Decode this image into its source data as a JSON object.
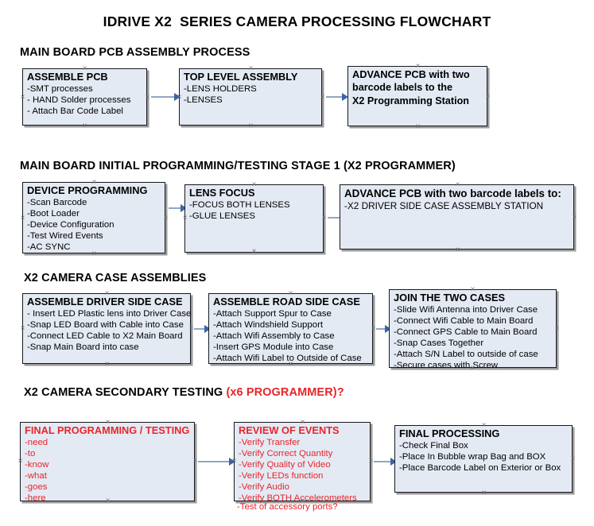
{
  "document": {
    "title": "IDRIVE X2  SERIES CAMERA PROCESSING FLOWCHART"
  },
  "sections": [
    {
      "id": "main-board-pcb-assembly",
      "heading": "MAIN BOARD PCB ASSEMBLY PROCESS",
      "heading_red": "",
      "nodes": [
        {
          "id": "assemble-pcb",
          "title": "ASSEMBLE PCB",
          "lines": [
            "-SMT processes",
            "- HAND Solder processes",
            "- Attach Bar Code Label"
          ]
        },
        {
          "id": "top-level-assembly",
          "title": "TOP LEVEL ASSEMBLY",
          "lines": [
            "-LENS HOLDERS",
            "-LENSES"
          ]
        },
        {
          "id": "advance-pcb-to-x2-programming-station",
          "title": "ADVANCE PCB with two",
          "lines": [
            "barcode labels to the",
            " X2 Programming Station"
          ]
        }
      ]
    },
    {
      "id": "main-board-initial-programming",
      "heading": "MAIN BOARD INITIAL PROGRAMMING/TESTING STAGE 1 (X2 PROGRAMMER)",
      "heading_red": "",
      "nodes": [
        {
          "id": "device-programming",
          "title": "DEVICE PROGRAMMING",
          "lines": [
            "-Scan Barcode",
            "-Boot Loader",
            "-Device Configuration",
            "-Test Wired Events",
            "-AC SYNC"
          ]
        },
        {
          "id": "lens-focus",
          "title": "LENS FOCUS",
          "lines": [
            "-FOCUS BOTH LENSES",
            "-GLUE LENSES"
          ]
        },
        {
          "id": "advance-pcb-to-driver-side-case-station",
          "title": "ADVANCE PCB with two barcode labels to:",
          "lines": [
            "-X2 DRIVER  SIDE  CASE  ASSEMBLY STATION"
          ]
        }
      ]
    },
    {
      "id": "x2-camera-case-assemblies",
      "heading": "X2 CAMERA CASE ASSEMBLIES",
      "heading_red": "",
      "nodes": [
        {
          "id": "assemble-driver-side-case",
          "title": "ASSEMBLE DRIVER SIDE CASE",
          "lines": [
            "- Insert LED Plastic lens into Driver Case",
            "-Snap LED Board with Cable into Case",
            "-Connect LED Cable to X2 Main Board",
            "-Snap Main Board into case"
          ]
        },
        {
          "id": "assemble-road-side-case",
          "title": "ASSEMBLE ROAD SIDE CASE",
          "lines": [
            "-Attach Support Spur to Case",
            "-Attach Windshield Support",
            "-Attach Wifi Assembly to Case",
            "-Insert GPS Module into Case",
            "-Attach Wifi Label to Outside of Case"
          ]
        },
        {
          "id": "join-the-two-cases",
          "title": "JOIN THE TWO CASES",
          "lines": [
            "-Slide Wifi Antenna into Driver Case",
            "-Connect Wifi Cable to Main Board",
            "-Connect GPS Cable to Main Board",
            "-Snap Cases Together",
            "-Attach S/N Label to outside of case",
            "-Secure cases with Screw"
          ]
        }
      ]
    },
    {
      "id": "x2-camera-secondary-testing",
      "heading": "X2 CAMERA SECONDARY TESTING ",
      "heading_red": "(x6 PROGRAMMER)?",
      "nodes": [
        {
          "id": "final-programming-testing",
          "title": "FINAL PROGRAMMING / TESTING",
          "lines": [
            "-need",
            "-to",
            "-know",
            "-what",
            "-goes",
            "-here"
          ]
        },
        {
          "id": "review-of-events",
          "title": "REVIEW OF EVENTS",
          "lines": [
            "-Verify Transfer",
            "-Verify Correct Quantity",
            "-Verify Quality of Video",
            "-Verify LEDs function",
            "-Verify Audio",
            "-Verify BOTH Accelerometers"
          ],
          "overflow_line": "-Test of accessory ports?"
        },
        {
          "id": "final-processing",
          "title": "FINAL PROCESSING",
          "lines": [
            " -Check Final Box",
            "-Place In Bubble wrap Bag and BOX",
            "-Place Barcode Label on Exterior or Box"
          ]
        }
      ]
    }
  ],
  "colors": {
    "box_fill": "#e4eaf4",
    "box_border": "#17181a",
    "box_shadow": "#9a9a9a",
    "connector_line": "#92a6bf",
    "arrow_head": "#3a63a8",
    "red_text": "#e8252a",
    "handle": "#6f6f6f"
  }
}
